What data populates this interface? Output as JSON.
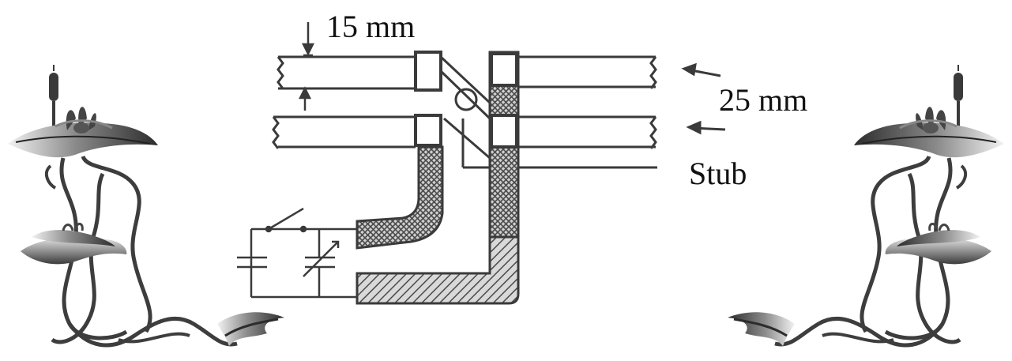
{
  "labels": {
    "gap": "15 mm",
    "spacing": "25 mm",
    "stub": "Stub"
  },
  "colors": {
    "line": "#3a3a3a",
    "hatch": "#5a5a5a",
    "ornament_dark": "#2e2e2e",
    "ornament_mid": "#7a7a7a",
    "ornament_light": "#d6d6d6",
    "background": "#ffffff"
  },
  "icons": [
    "lotus-ornament-left",
    "lotus-ornament-right",
    "capacitor-symbol",
    "variable-capacitor-symbol",
    "switch-symbol"
  ]
}
